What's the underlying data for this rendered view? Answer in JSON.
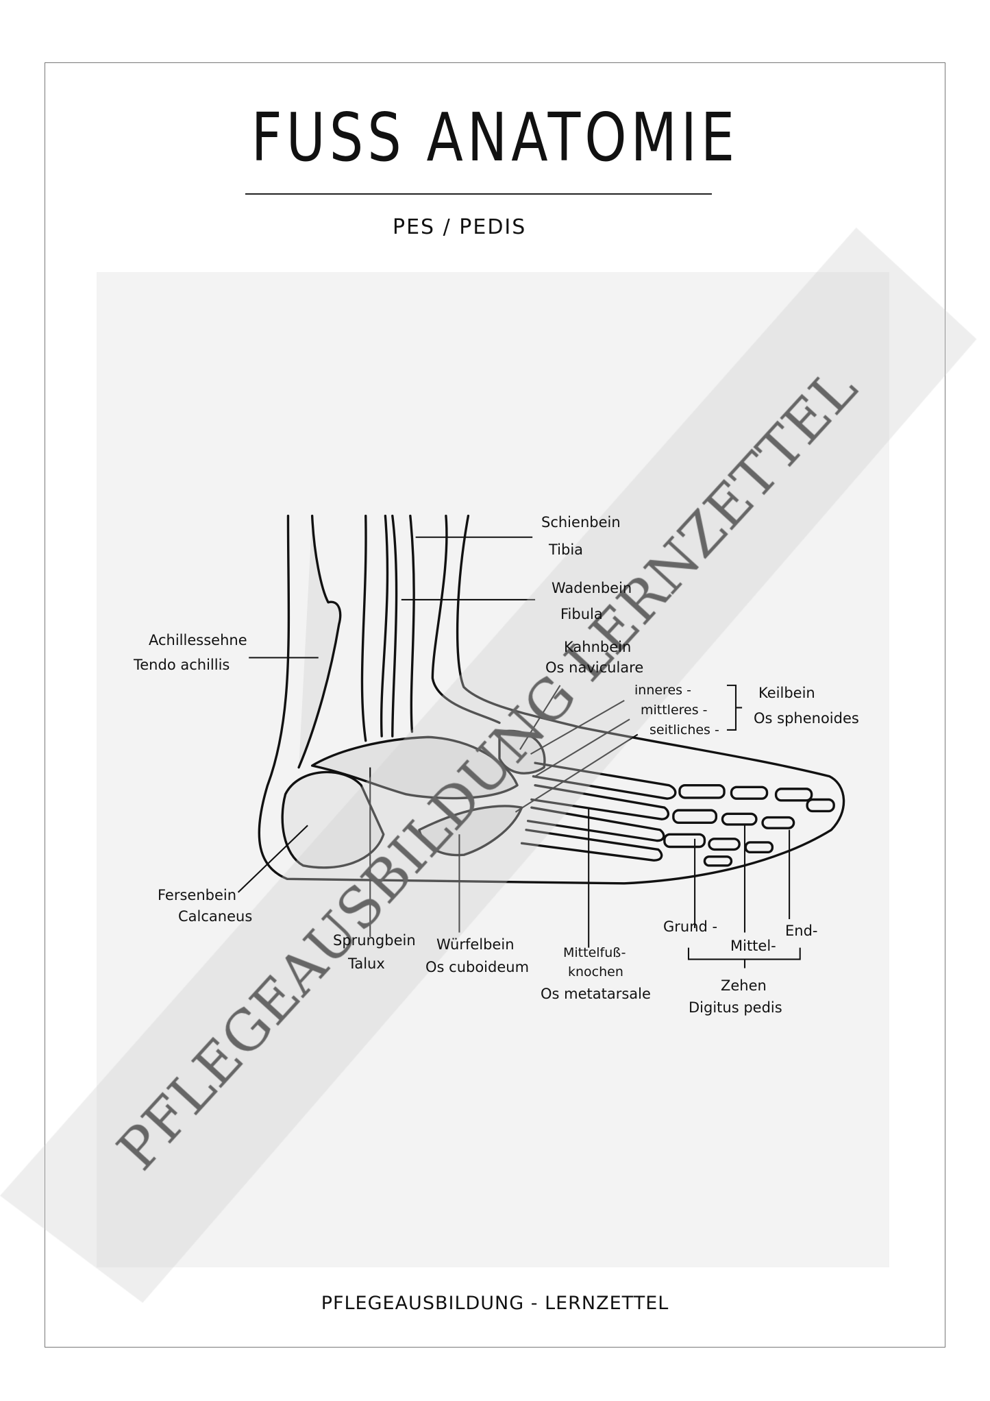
{
  "title": "FUSS ANATOMIE",
  "subtitle": "PES  /  PEDIS",
  "footer": "PFLEGEAUSBILDUNG - LERNZETTEL",
  "watermark": "PFLEGEAUSBILDUNG LERNZETTEL",
  "labels": {
    "schienbein": "Schienbein",
    "tibia": "Tibia",
    "wadenbein": "Wadenbein",
    "fibula": "Fibula",
    "kahnbein": "Kahnbein",
    "os_naviculare": "Os  naviculare",
    "inneres": "inneres -",
    "mittleres": "mittleres -",
    "seitliches": "seitliches -",
    "keilbein": "Keilbein",
    "os_sphenoides": "Os  sphenoides",
    "achillessehne": "Achillessehne",
    "tendo_achillis": "Tendo  achillis",
    "fersenbein": "Fersenbein",
    "calcaneus": "Calcaneus",
    "sprungbein": "Sprungbein",
    "talux": "Talux",
    "wuerfelbein": "Würfelbein",
    "os_cuboideum": "Os  cuboideum",
    "mittelfuss": "Mittelfuß-",
    "knochen": "knochen",
    "os_metatarsale": "Os  metatarsale",
    "grund": "Grund -",
    "mittel": "Mittel-",
    "end": "End-",
    "zehen": "Zehen",
    "digitus_pedis": "Digitus   pedis"
  },
  "colors": {
    "panel": "#f3f3f3",
    "watermark_text": "#666666",
    "ink": "#111111"
  }
}
